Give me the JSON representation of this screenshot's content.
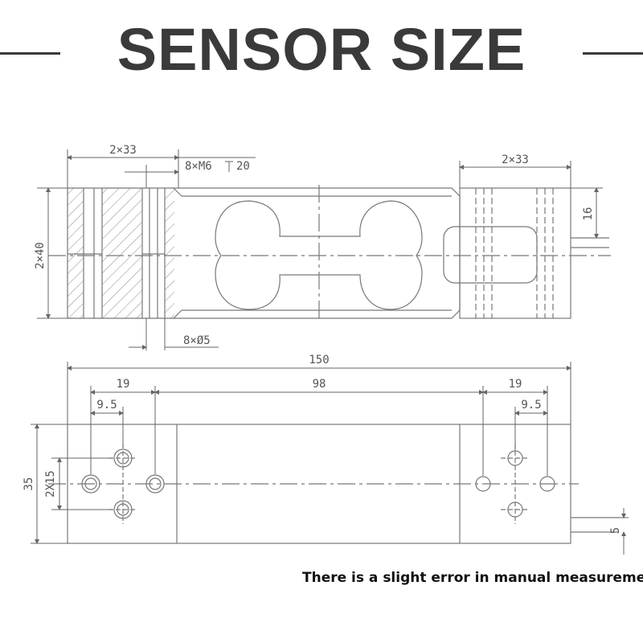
{
  "title": "SENSOR SIZE",
  "footer_note": "There is a slight error in manual measurement",
  "colors": {
    "title": "#3a3a3a",
    "line": "#777777",
    "text": "#555555"
  },
  "top_view": {
    "dim_left_width": "2×33",
    "dim_thread": "8×M6",
    "dim_thread_depth": "20",
    "dim_right_width": "2×33",
    "dim_height": "2×40",
    "dim_cable": "16",
    "dim_holes": "8×Ø5"
  },
  "front_view": {
    "dim_length": "150",
    "dim_left_spacing": "19",
    "dim_left_half": "9.5",
    "dim_center": "98",
    "dim_right_spacing": "19",
    "dim_right_half": "9.5",
    "dim_height": "35",
    "dim_hole_spacing": "2X15",
    "dim_cable": "5"
  }
}
